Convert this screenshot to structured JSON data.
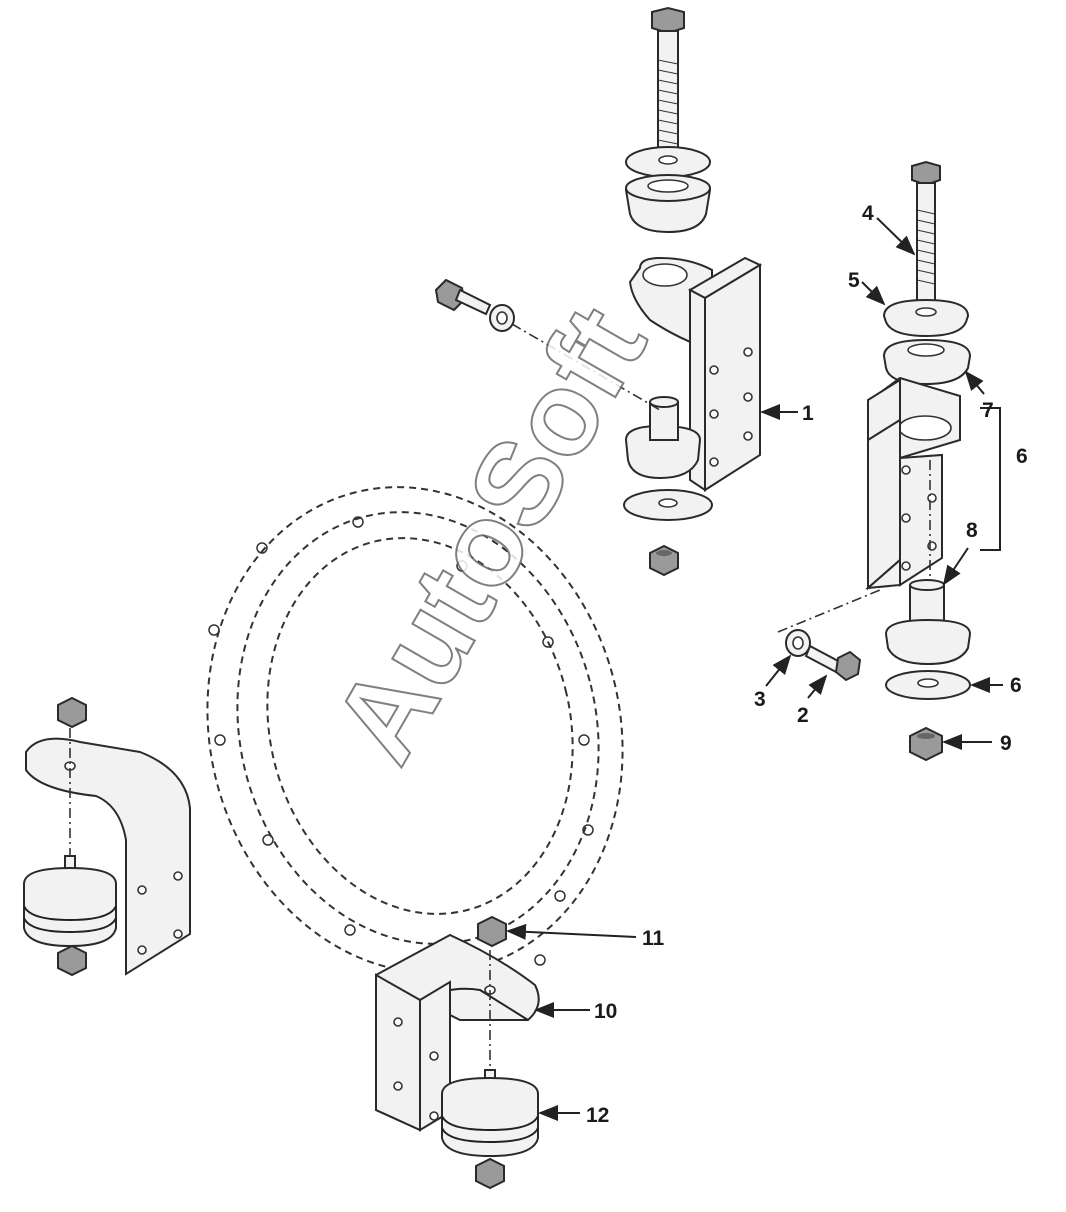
{
  "watermark": "AutoSoft",
  "callouts": {
    "c1": "1",
    "c2": "2",
    "c3": "3",
    "c4": "4",
    "c5": "5",
    "c6a": "6",
    "c6b": "6",
    "c7": "7",
    "c8": "8",
    "c9": "9",
    "c10": "10",
    "c11": "11",
    "c12": "12"
  }
}
